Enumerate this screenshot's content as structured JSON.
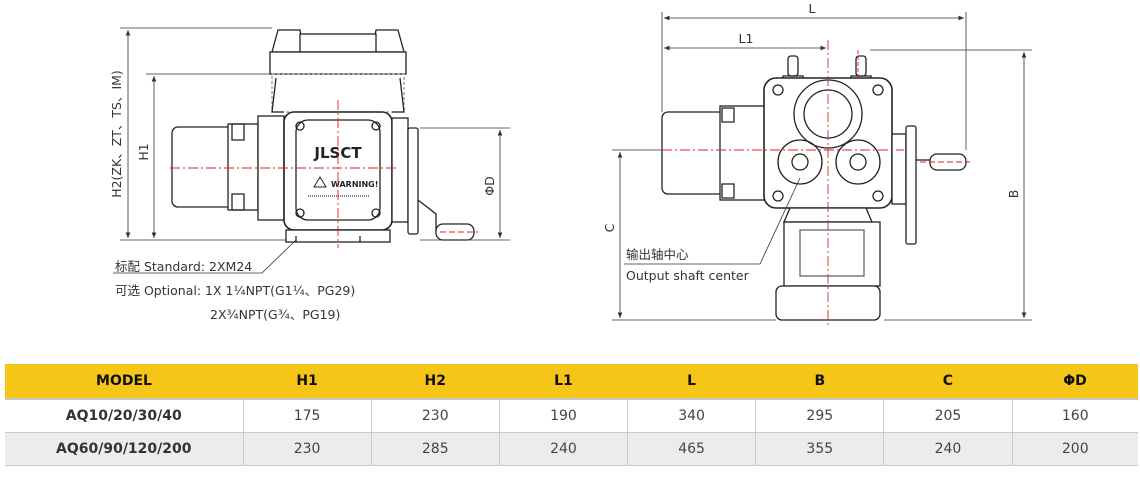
{
  "left_view": {
    "dim_h2": "H2(ZK、ZT、TS、IM)",
    "dim_h1": "H1",
    "dim_d": "ΦD",
    "logo": "JLSCT",
    "warning": "WARNING!",
    "notes": {
      "standard": "标配 Standard:  2XM24",
      "optional_1": "可选 Optional: 1X 1¼NPT(G1¼、PG29)",
      "optional_2": "2X¾NPT(G¾、PG19)"
    }
  },
  "right_view": {
    "dim_l": "L",
    "dim_l1": "L1",
    "dim_b": "B",
    "dim_c": "C",
    "callout_cn": "输出轴中心",
    "callout_en": "Output shaft center"
  },
  "table": {
    "headers": [
      "MODEL",
      "H1",
      "H2",
      "L1",
      "L",
      "B",
      "C",
      "ΦD"
    ],
    "rows": [
      [
        "AQ10/20/30/40",
        "175",
        "230",
        "190",
        "340",
        "295",
        "205",
        "160"
      ],
      [
        "AQ60/90/120/200",
        "230",
        "285",
        "240",
        "465",
        "355",
        "240",
        "200"
      ]
    ]
  }
}
